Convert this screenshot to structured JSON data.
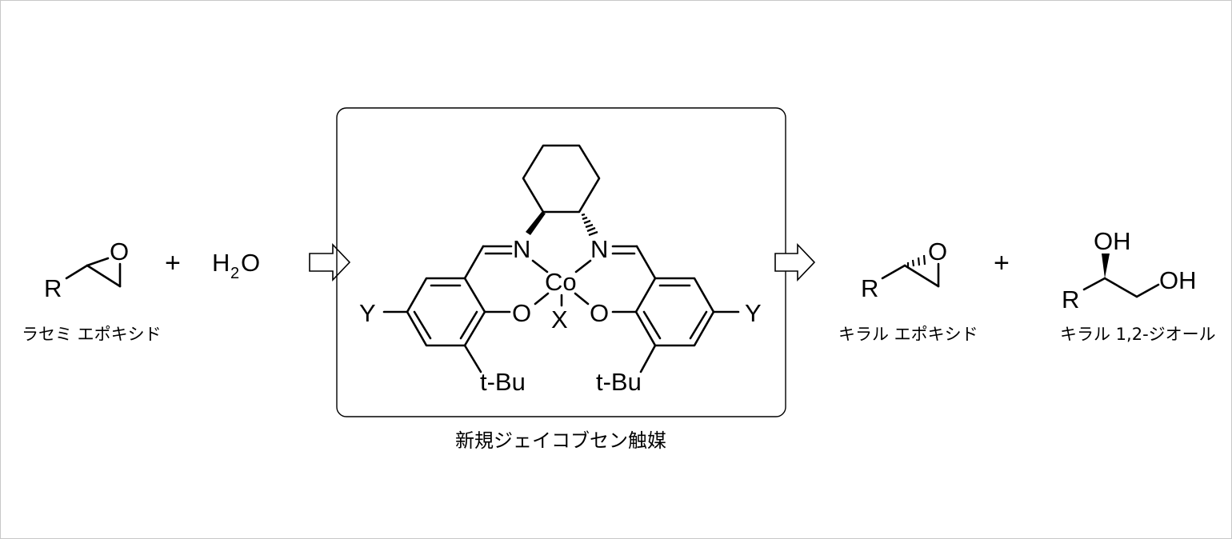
{
  "reactants": {
    "epoxide": {
      "r_label": "R",
      "o_label": "O",
      "caption": "ラセミ エポキシド"
    },
    "plus": "+",
    "water": {
      "h": "H",
      "sub": "2",
      "o": "O"
    }
  },
  "catalyst": {
    "caption": "新規ジェイコブセン触媒",
    "atoms": {
      "n_left": "N",
      "n_right": "N",
      "metal": "Co",
      "ligand_x": "X",
      "o_left": "O",
      "o_right": "O",
      "y_left": "Y",
      "y_right": "Y",
      "tbu_left": "t-Bu",
      "tbu_right": "t-Bu"
    }
  },
  "products": {
    "epoxide": {
      "r_label": "R",
      "o_label": "O",
      "caption": "キラル エポキシド"
    },
    "plus": "+",
    "diol": {
      "r_label": "R",
      "oh_top": "OH",
      "oh_right": "OH",
      "caption": "キラル 1,2-ジオール"
    }
  }
}
